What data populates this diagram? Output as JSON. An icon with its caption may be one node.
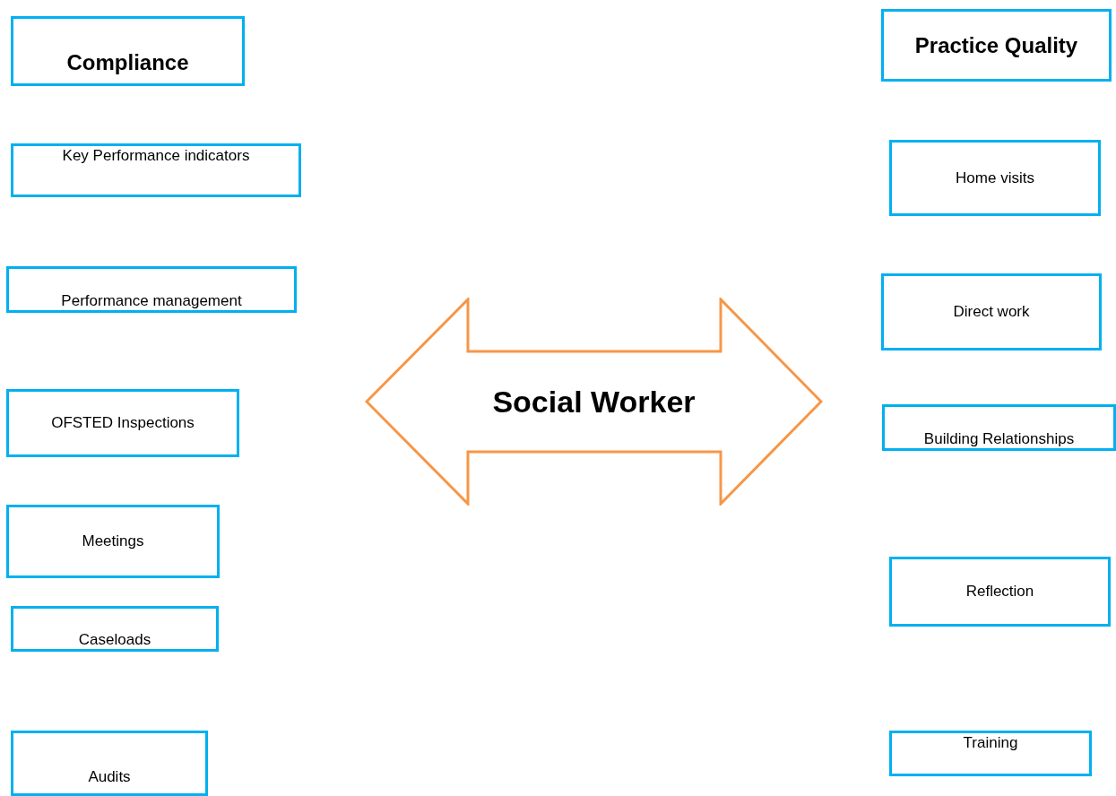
{
  "diagram": {
    "nodes": [
      {
        "text": [
          "Compliance"
        ]
      },
      {
        "text": [
          "Key Performance indicators"
        ]
      },
      {
        "text": [
          "Performance management"
        ]
      },
      {
        "text": [
          "OFSTED Inspections"
        ]
      },
      {
        "text": [
          "Meetings"
        ]
      },
      {
        "text": [
          "Caseloads"
        ]
      },
      {
        "text": [
          "Audits"
        ]
      },
      {
        "text": [
          "Practice Quality"
        ]
      },
      {
        "text": [
          "Home visits"
        ]
      },
      {
        "text": [
          "Direct work"
        ]
      },
      {
        "text": [
          "Building Relationships"
        ]
      },
      {
        "text": [
          "Reflection"
        ]
      },
      {
        "text": [
          "Training"
        ]
      },
      {
        "text": [
          "Social Worker"
        ]
      }
    ],
    "edges": []
  }
}
